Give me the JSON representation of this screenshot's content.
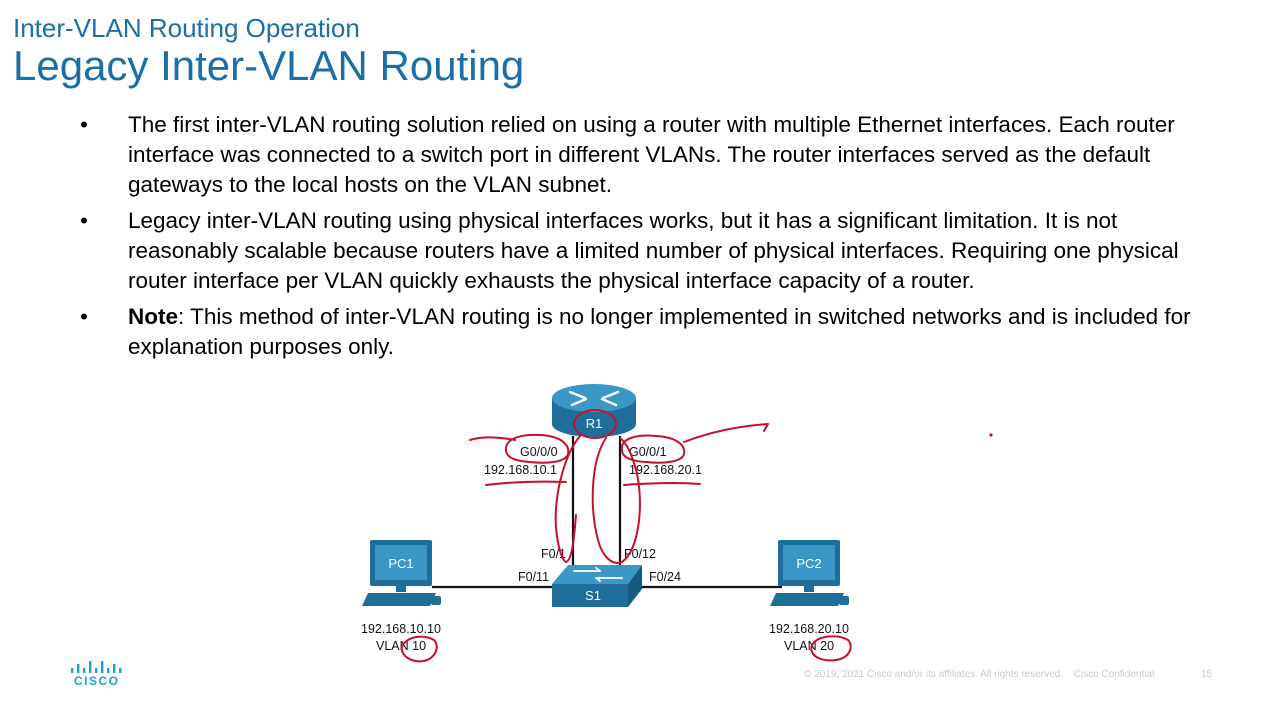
{
  "header": {
    "section_title": "Inter-VLAN Routing Operation",
    "slide_title": "Legacy Inter-VLAN Routing"
  },
  "bullets": [
    {
      "bold": "",
      "text": "The first inter-VLAN routing solution relied on using a router with multiple Ethernet interfaces. Each router interface was connected to a switch port in different VLANs. The router interfaces served as the default gateways to the local hosts on the VLAN subnet."
    },
    {
      "bold": "",
      "text": "Legacy inter-VLAN routing using physical interfaces works, but it has a significant limitation. It is not reasonably scalable because routers have a limited number of physical interfaces. Requiring one physical router interface per VLAN quickly exhausts the physical interface capacity of a router."
    },
    {
      "bold": "Note",
      "text": ": This method of inter-VLAN routing is no longer implemented in switched networks and is included for explanation purposes only."
    }
  ],
  "diagram": {
    "router": {
      "name": "R1"
    },
    "switch": {
      "name": "S1"
    },
    "pc1": {
      "name": "PC1",
      "ip": "192.168.10.10",
      "vlan": "VLAN 10"
    },
    "pc2": {
      "name": "PC2",
      "ip": "192.168.20.10",
      "vlan": "VLAN 20"
    },
    "router_if_left": {
      "name": "G0/0/0",
      "ip": "192.168.10.1"
    },
    "router_if_right": {
      "name": "G0/0/1",
      "ip": "192.168.20.1"
    },
    "switch_ports": {
      "f01": "F0/1",
      "f012": "F0/12",
      "f011": "F0/11",
      "f024": "F0/24"
    },
    "device_color": "#1a7fb0",
    "annotation_color": "#c8102e"
  },
  "footer": {
    "copyright": "© 2019, 2021 Cisco and/or its affiliates. All rights reserved.",
    "confidential": "Cisco Confidential",
    "page": "15"
  },
  "logo": {
    "text": "CISCO"
  }
}
